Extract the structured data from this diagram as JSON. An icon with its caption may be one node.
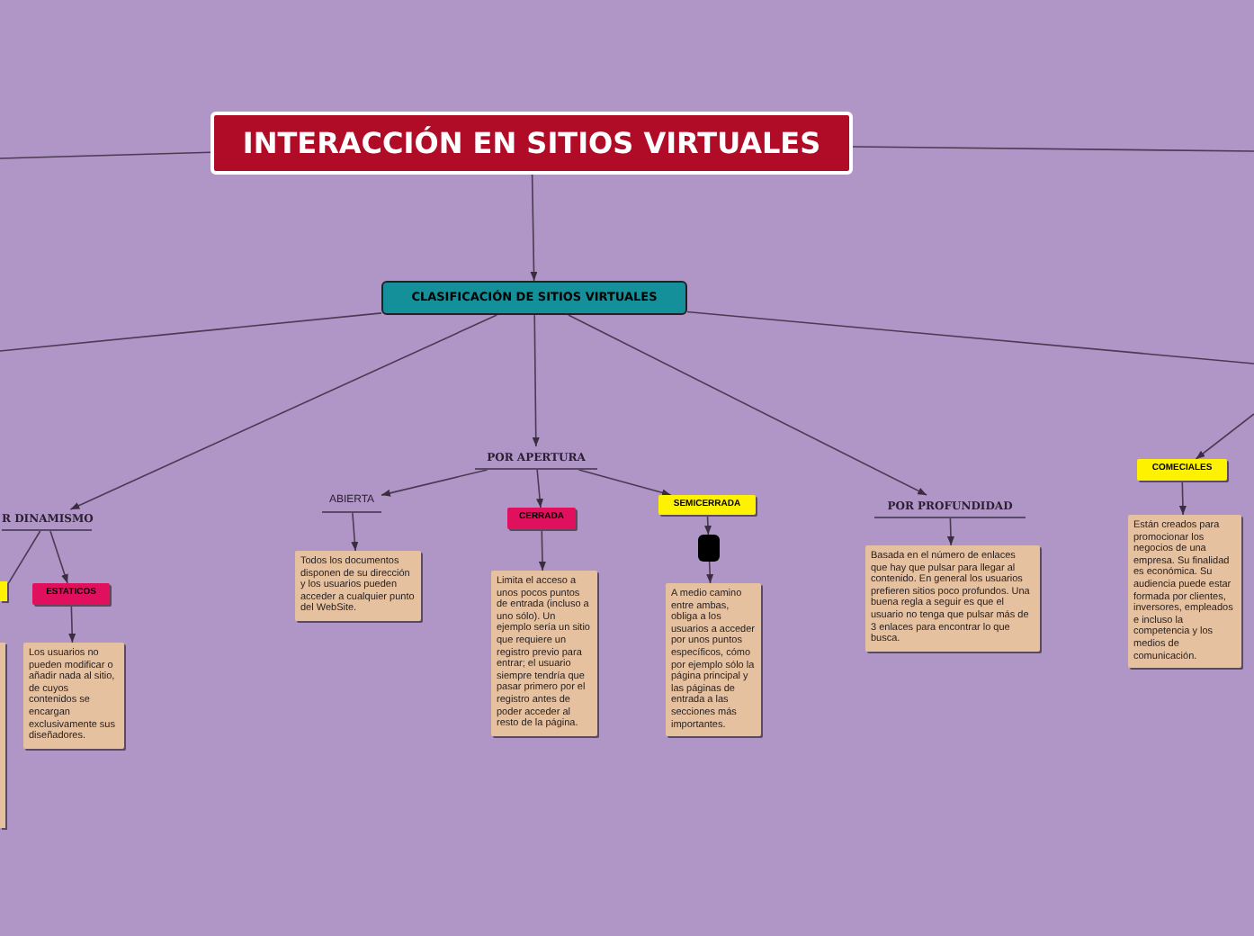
{
  "diagram": {
    "nodes": [
      {
        "text": [
          "INTERACCIÓN EN SITIOS VIRTUALES"
        ]
      },
      {
        "text": [
          "CLASIFICACIÓN DE SITIOS VIRTUALES"
        ]
      },
      {
        "text": [
          "R DINAMISMO"
        ]
      },
      {
        "text": [],
        "shape": "box"
      },
      {
        "text": [
          "ESTATICOS"
        ]
      },
      {
        "text": [],
        "shape": "box"
      },
      {
        "text": [
          "Los usuarios no pueden modificar o añadir nada al sitio, de cuyos contenidos se encargan exclusivamente sus diseñadores."
        ]
      },
      {
        "text": [
          "POR APERTURA"
        ]
      },
      {
        "text": [
          "ABIERTA"
        ]
      },
      {
        "text": [
          "Todos los documentos disponen de su dirección y los usuarios pueden acceder a cualquier punto del WebSite."
        ]
      },
      {
        "text": [
          "CERRADA"
        ]
      },
      {
        "text": [
          "Limita el acceso a unos pocos puntos de entrada (incluso a uno sólo). Un ejemplo sería un sitio que requiere un registro previo para entrar; el usuario siempre tendría que pasar primero por el registro antes de poder acceder al resto de la página."
        ]
      },
      {
        "text": [
          "SEMICERRADA"
        ]
      },
      {
        "text": [],
        "shape": "box"
      },
      {
        "text": [
          "A medio camino entre ambas, obliga a los usuarios a acceder por unos puntos específicos, cómo por ejemplo sólo la página principal y las páginas de entrada a las secciones más importantes."
        ]
      },
      {
        "text": [
          "POR PROFUNDIDAD"
        ]
      },
      {
        "text": [
          "Basada en el número de enlaces que hay que pulsar para llegar al contenido. En general los usuarios prefieren sitios poco profundos. Una buena regla a seguir es que el usuario no tenga que pulsar más de 3 enlaces para encontrar lo que busca."
        ]
      },
      {
        "text": [
          "COMECIALES"
        ]
      },
      {
        "text": [
          "Están creados para promocionar los negocios de una empresa. Su finalidad es económica. Su audiencia puede estar formada por clientes, inversores, empleados e incluso la competencia y los medios de comunicación."
        ]
      }
    ],
    "edges": [
      {
        "from": null,
        "to": 0,
        "arrow": "none"
      },
      {
        "from": 0,
        "to": null,
        "arrow": "none"
      },
      {
        "from": 0,
        "to": 1,
        "arrow": "to"
      },
      {
        "from": 1,
        "to": null,
        "arrow": "none"
      },
      {
        "from": 1,
        "to": null,
        "arrow": "none"
      },
      {
        "from": 1,
        "to": 2,
        "arrow": "to"
      },
      {
        "from": 1,
        "to": 7,
        "arrow": "to"
      },
      {
        "from": 1,
        "to": 15,
        "arrow": "to"
      },
      {
        "from": null,
        "to": 17,
        "arrow": "to"
      },
      {
        "from": 2,
        "to": 3,
        "arrow": "none"
      },
      {
        "from": 2,
        "to": 4,
        "arrow": "to"
      },
      {
        "from": 4,
        "to": 6,
        "arrow": "to"
      },
      {
        "from": 7,
        "to": 8,
        "arrow": "to"
      },
      {
        "from": 7,
        "to": 10,
        "arrow": "to"
      },
      {
        "from": 7,
        "to": 12,
        "arrow": "to"
      },
      {
        "from": 8,
        "to": 9,
        "arrow": "to"
      },
      {
        "from": 10,
        "to": 11,
        "arrow": "to"
      },
      {
        "from": 12,
        "to": 13,
        "arrow": "to"
      },
      {
        "from": 13,
        "to": 14,
        "arrow": "to"
      },
      {
        "from": 15,
        "to": 16,
        "arrow": "to"
      },
      {
        "from": 17,
        "to": 18,
        "arrow": "to"
      }
    ]
  }
}
